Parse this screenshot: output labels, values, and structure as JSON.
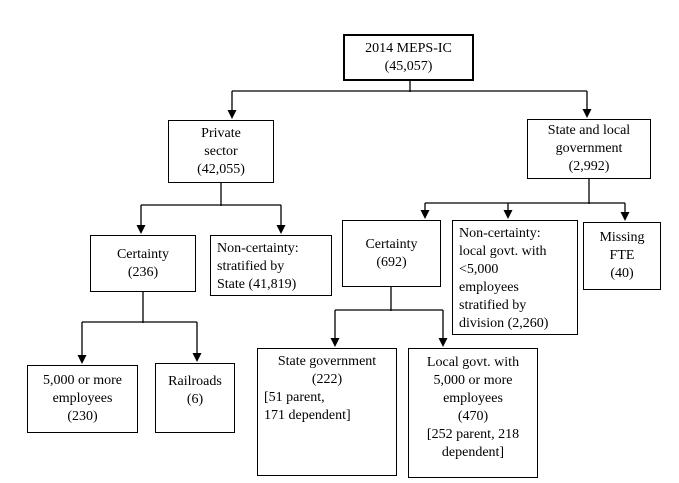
{
  "diagram": {
    "type": "flowchart",
    "orientation": "top-down"
  },
  "colors": {
    "background": "#ffffff",
    "line": "#000000",
    "text": "#000000",
    "box_border": "#000000"
  },
  "nodes": {
    "root": {
      "lines": [
        "2014 MEPS-IC",
        "(45,057)"
      ]
    },
    "private_sector": {
      "lines": [
        "Private",
        "sector",
        "(42,055)"
      ]
    },
    "state_local_government": {
      "lines": [
        "State and local",
        "government",
        "(2,992)"
      ]
    },
    "certainty_private": {
      "lines": [
        "Certainty",
        "(236)"
      ]
    },
    "noncertainty_private": {
      "lines": [
        "Non-certainty:",
        "stratified by",
        "State (41,819)"
      ]
    },
    "certainty_government": {
      "lines": [
        "Certainty",
        "(692)"
      ]
    },
    "noncertainty_government": {
      "lines": [
        "Non-certainty:",
        "local govt. with",
        "<5,000",
        "employees",
        "stratified by",
        "division (2,260)"
      ]
    },
    "missing_fte": {
      "lines": [
        "Missing",
        "FTE",
        "(40)"
      ]
    },
    "employees_5000_or_more": {
      "lines": [
        "5,000 or more",
        "employees",
        "(230)"
      ]
    },
    "railroads": {
      "lines": [
        "Railroads",
        "(6)"
      ]
    },
    "state_government": {
      "lines": [
        "State government",
        "(222)",
        "[51 parent,",
        "171 dependent]"
      ]
    },
    "local_government_5000": {
      "lines": [
        "Local govt. with",
        "5,000 or more",
        "employees",
        "(470)",
        "[252 parent, 218",
        "dependent]"
      ]
    }
  },
  "edges": [
    [
      "root",
      "private_sector"
    ],
    [
      "root",
      "state_local_government"
    ],
    [
      "private_sector",
      "certainty_private"
    ],
    [
      "private_sector",
      "noncertainty_private"
    ],
    [
      "certainty_private",
      "employees_5000_or_more"
    ],
    [
      "certainty_private",
      "railroads"
    ],
    [
      "state_local_government",
      "certainty_government"
    ],
    [
      "state_local_government",
      "noncertainty_government"
    ],
    [
      "state_local_government",
      "missing_fte"
    ],
    [
      "certainty_government",
      "state_government"
    ],
    [
      "certainty_government",
      "local_government_5000"
    ]
  ]
}
